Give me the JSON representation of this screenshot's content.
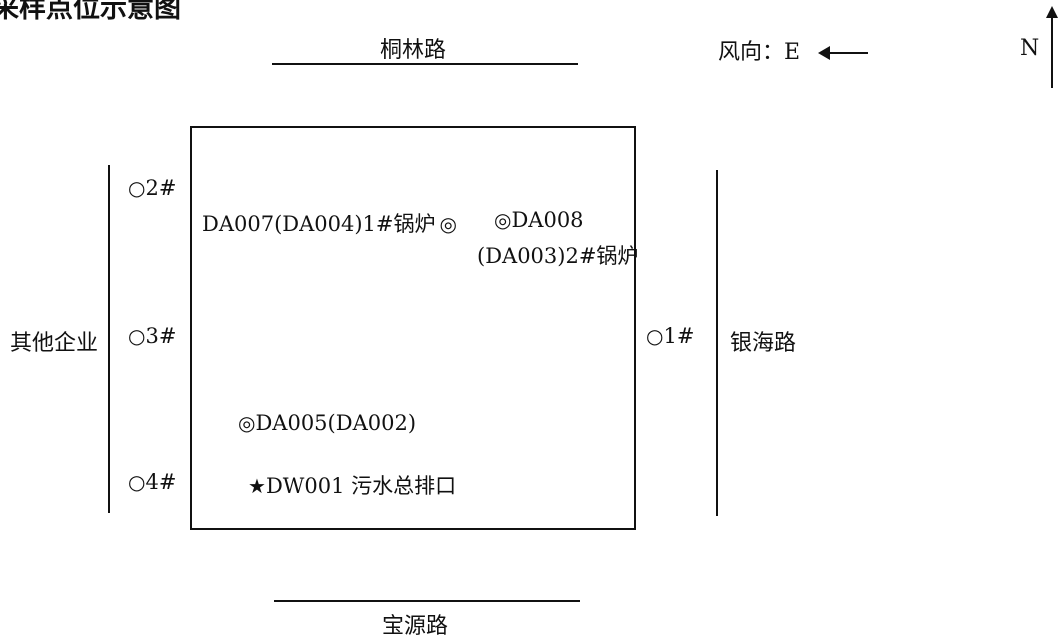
{
  "title": "采样点位示意图",
  "roads": {
    "north": "桐林路",
    "south": "宝源路",
    "east": "银海路"
  },
  "west_label": "其他企业",
  "wind": {
    "label": "风向：E",
    "arrow": "⟵"
  },
  "north_marker": "N",
  "monitoring_points": [
    {
      "symbol": "○",
      "label": "2#"
    },
    {
      "symbol": "○",
      "label": "3#"
    },
    {
      "symbol": "○",
      "label": "4#"
    },
    {
      "symbol": "○",
      "label": "1#"
    }
  ],
  "outlets": {
    "da007": {
      "text": "DA007(DA004)1#锅炉",
      "symbol": "◎"
    },
    "da008": {
      "symbol": "◎",
      "line1": "DA008",
      "line2": "(DA003)2#锅炉"
    },
    "da005": {
      "symbol": "◎",
      "text": "DA005(DA002)"
    },
    "dw001": {
      "symbol": "★",
      "text": "DW001 污水总排口"
    }
  }
}
